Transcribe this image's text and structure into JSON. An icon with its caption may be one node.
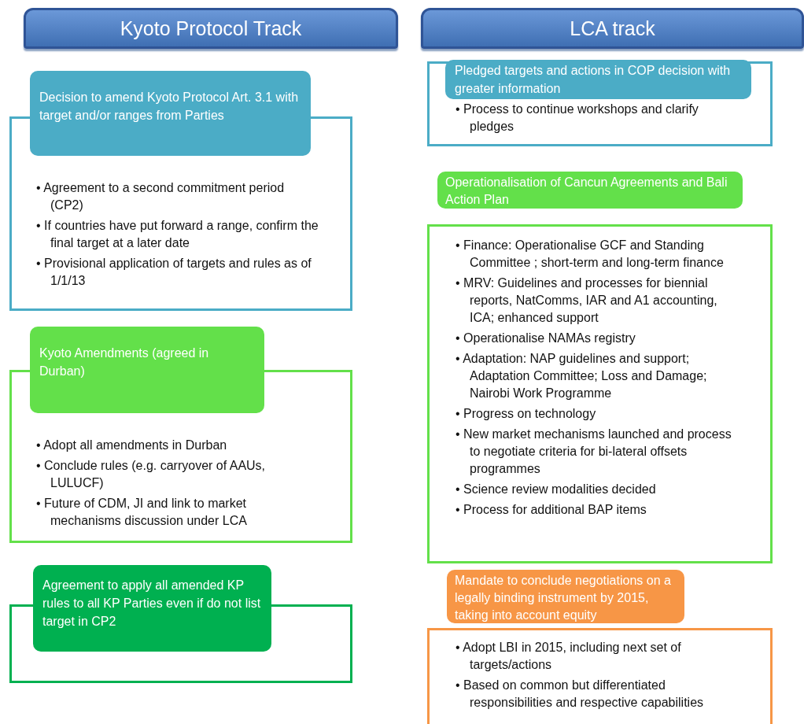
{
  "diagram": {
    "nodes": [
      {
        "text": [
          "Kyoto Protocol Track"
        ]
      },
      {
        "text": [
          "LCA track"
        ]
      },
      {
        "text": [
          "Decision to amend Kyoto Protocol Art. 3.1 with target and/or ranges from Parties",
          "• Agreement to a second commitment period (CP2)",
          "• If countries have put forward a range, confirm the final target at a later date",
          "• Provisional application of targets and rules as of 1/1/13"
        ]
      },
      {
        "text": [
          "Kyoto Amendments (agreed in Durban)",
          "• Adopt all amendments in Durban",
          "• Conclude rules (e.g. carryover of AAUs, LULUCF)",
          "• Future of CDM, JI and link to market mechanisms discussion under LCA"
        ]
      },
      {
        "text": [
          "Agreement to apply all amended KP rules to all KP Parties even if do not list target in CP2"
        ]
      },
      {
        "text": [
          "Pledged targets and actions in COP decision with greater information",
          "• Process to continue workshops and clarify pledges"
        ]
      },
      {
        "text": [
          "Operationalisation of Cancun Agreements and Bali Action Plan"
        ]
      },
      {
        "text": [
          "• Finance: Operationalise GCF and Standing Committee ; short-term and long-term finance",
          "• MRV: Guidelines and processes for biennial reports, NatComms, IAR and A1 accounting, ICA; enhanced support",
          "• Operationalise NAMAs registry",
          "• Adaptation: NAP guidelines and support; Adaptation Committee; Loss and Damage; Nairobi Work Programme",
          "• Progress on technology",
          "• New market mechanisms launched and process to negotiate criteria for bi-lateral offsets programmes",
          "• Science review modalities decided",
          "• Process for additional BAP items"
        ]
      },
      {
        "text": [
          "Mandate to conclude negotiations on a legally binding instrument by 2015, taking into account equity"
        ]
      },
      {
        "text": [
          "• Adopt LBI in 2015, including next set of targets/actions",
          "• Based on common but differentiated responsibilities and respective capabilities"
        ]
      }
    ]
  }
}
